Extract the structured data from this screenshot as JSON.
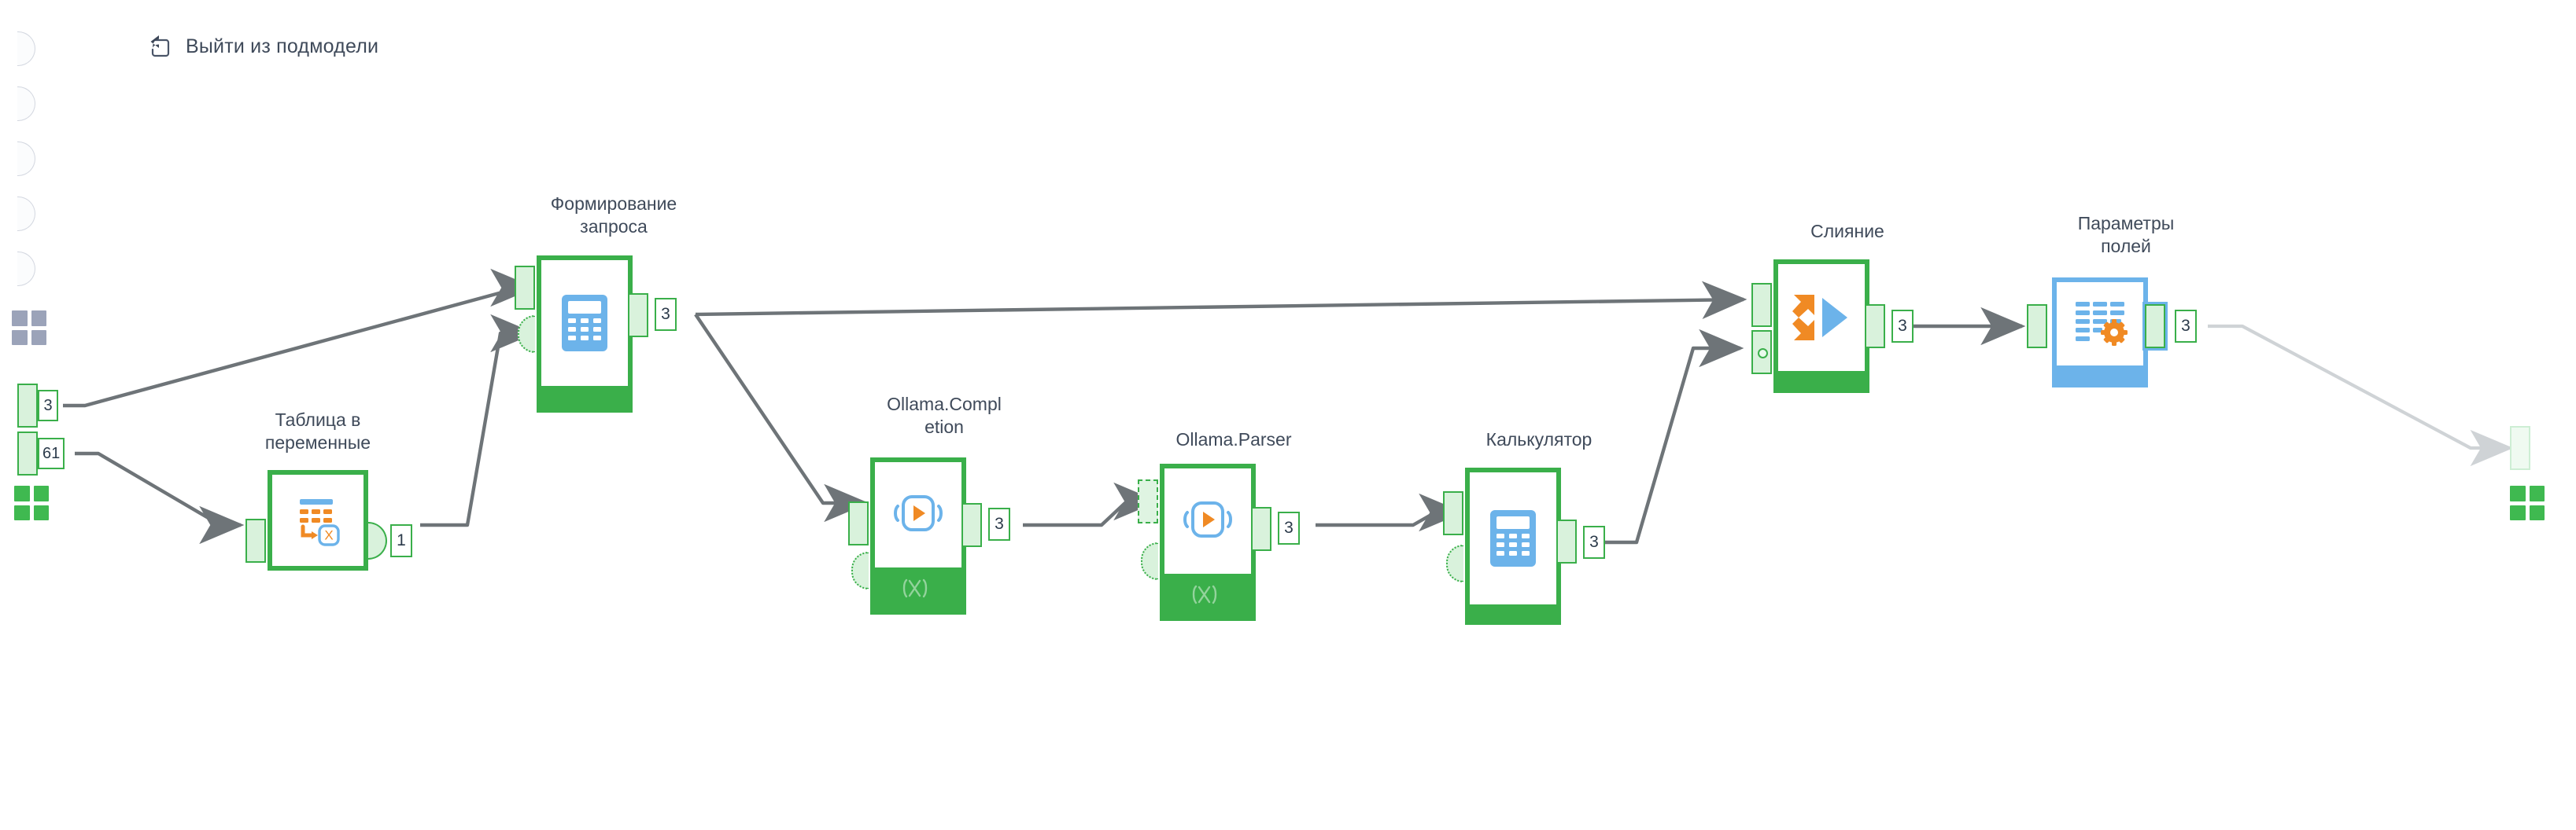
{
  "toolbar": {
    "back_icon": "exit-submodel-icon",
    "back_label": "Выйти из подмодели"
  },
  "canvas": {
    "background": "#ffffff",
    "edge_color": "#6e7478",
    "node_green": "#3aaf4a",
    "node_blue": "#6cb3ea",
    "port_fill": "#d9f2dc",
    "icon_blue": "#6cb3ea",
    "icon_orange": "#f08a24"
  },
  "left_rail": {
    "name": "submodel-input-rail",
    "semicircle_ports": 5,
    "grid_icon": "grid-4-squares-icon"
  },
  "boundary_ports": [
    {
      "name": "submodel-input-port-3",
      "badge": "3",
      "icon": ""
    },
    {
      "name": "submodel-input-port-61",
      "badge": "61",
      "icon": ""
    },
    {
      "name": "submodel-input-grid",
      "badge": "",
      "icon": "grid-4-squares-icon"
    },
    {
      "name": "submodel-output-ghost",
      "badge": "",
      "icon": ""
    },
    {
      "name": "submodel-output-grid",
      "badge": "",
      "icon": "grid-4-squares-icon"
    }
  ],
  "nodes": [
    {
      "id": "table-to-variables",
      "title": "Таблица в\nпеременные",
      "icon": "table-to-variable-icon",
      "frame": "green",
      "footer": "none",
      "out_badge": "1"
    },
    {
      "id": "build-query",
      "title": "Формирование\nзапроса",
      "icon": "calculator-icon",
      "frame": "green",
      "footer": "plain",
      "out_badge": "3"
    },
    {
      "id": "ollama-completion",
      "title": "Ollama.Compl\netion",
      "icon": "play-button-icon",
      "frame": "green",
      "footer": "script",
      "out_badge": "3"
    },
    {
      "id": "ollama-parser",
      "title": "Ollama.Parser",
      "icon": "play-button-icon",
      "frame": "green",
      "footer": "script",
      "out_badge": "3"
    },
    {
      "id": "calculator",
      "title": "Калькулятор",
      "icon": "calculator-icon",
      "frame": "green",
      "footer": "plain",
      "out_badge": "3"
    },
    {
      "id": "merge",
      "title": "Слияние",
      "icon": "merge-arrows-icon",
      "frame": "green",
      "footer": "plain",
      "out_badge": "3"
    },
    {
      "id": "field-parameters",
      "title": "Параметры\nполей",
      "icon": "field-settings-icon",
      "frame": "blue",
      "footer": "plain",
      "out_badge": "3"
    }
  ]
}
